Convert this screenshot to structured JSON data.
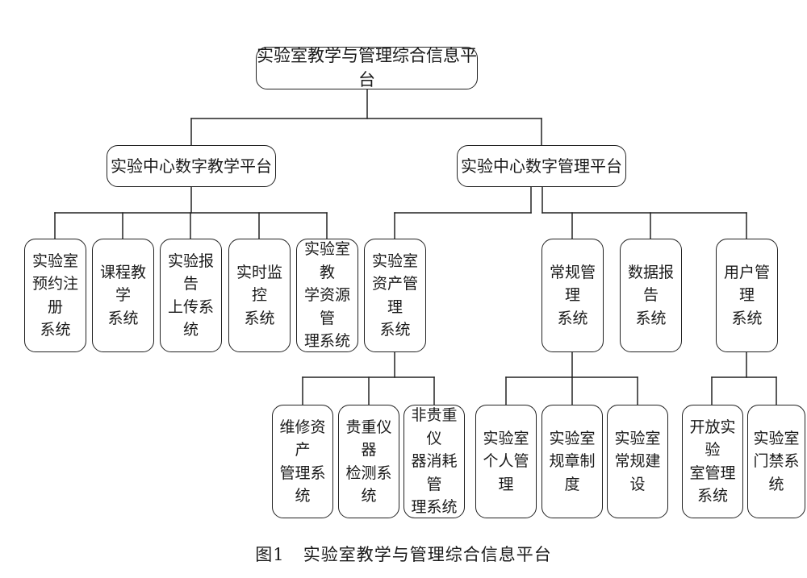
{
  "diagram": {
    "root": "实验室教学与管理综合信息平台",
    "teaching": {
      "title": "实验中心数字教学平台",
      "children": [
        "实验室\n预约注册\n系统",
        "课程教学\n系统",
        "实验报告\n上传系统",
        "实时监控\n系统",
        "实验室教\n学资源管\n理系统"
      ]
    },
    "management": {
      "title": "实验中心数字管理平台",
      "children": [
        "实验室\n资产管理\n系统",
        "常规管理\n系统",
        "数据报告\n系统",
        "用户管理\n系统"
      ]
    },
    "asset_children": [
      "维修资产\n管理系统",
      "贵重仪器\n检测系统",
      "非贵重仪\n器消耗管\n理系统"
    ],
    "routine_children": [
      "实验室\n个人管理",
      "实验室\n规章制度",
      "实验室\n常规建设"
    ],
    "user_children": [
      "开放实验\n室管理\n系统",
      "实验室\n门禁系统"
    ]
  },
  "caption": {
    "figure_no": "图1",
    "title": "实验室教学与管理综合信息平台"
  }
}
